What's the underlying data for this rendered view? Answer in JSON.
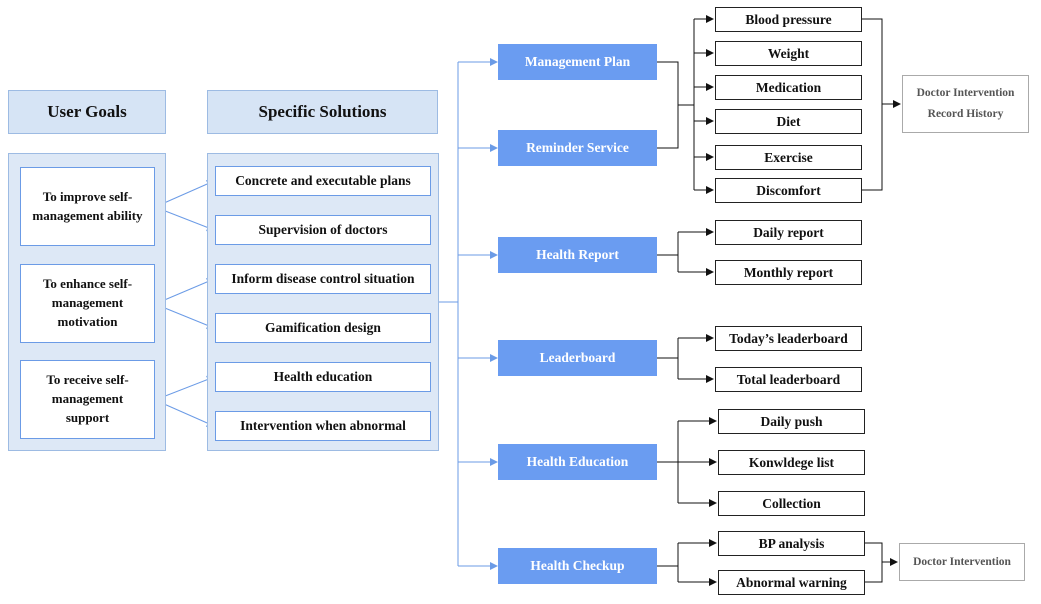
{
  "headers": {
    "user_goals": "User Goals",
    "solutions": "Specific Solutions"
  },
  "goals": [
    "To improve self-management ability",
    "To enhance self-management motivation",
    "To receive self-management support"
  ],
  "solutions": [
    "Concrete and executable plans",
    "Supervision of doctors",
    "Inform disease control situation",
    "Gamification design",
    "Health education",
    "Intervention when abnormal"
  ],
  "features": [
    "Management Plan",
    "Reminder Service",
    "Health Report",
    "Leaderboard",
    "Health Education",
    "Health Checkup"
  ],
  "plan_items": [
    "Blood pressure",
    "Weight",
    "Medication",
    "Diet",
    "Exercise",
    "Discomfort"
  ],
  "report_items": [
    "Daily report",
    "Monthly report"
  ],
  "leaderboard_items": [
    "Today’s leaderboard",
    "Total leaderboard"
  ],
  "education_items": [
    "Daily push",
    "Konwldege list",
    "Collection"
  ],
  "checkup_items": [
    "BP analysis",
    "Abnormal warning"
  ],
  "external": {
    "intervention_history": "Doctor Intervention Record History",
    "intervention": "Doctor Intervention"
  },
  "colors": {
    "feature": "#6a9cf1",
    "panel": "#dde8f6",
    "connector_blue": "#6b9be6",
    "connector_dark": "#222222"
  }
}
